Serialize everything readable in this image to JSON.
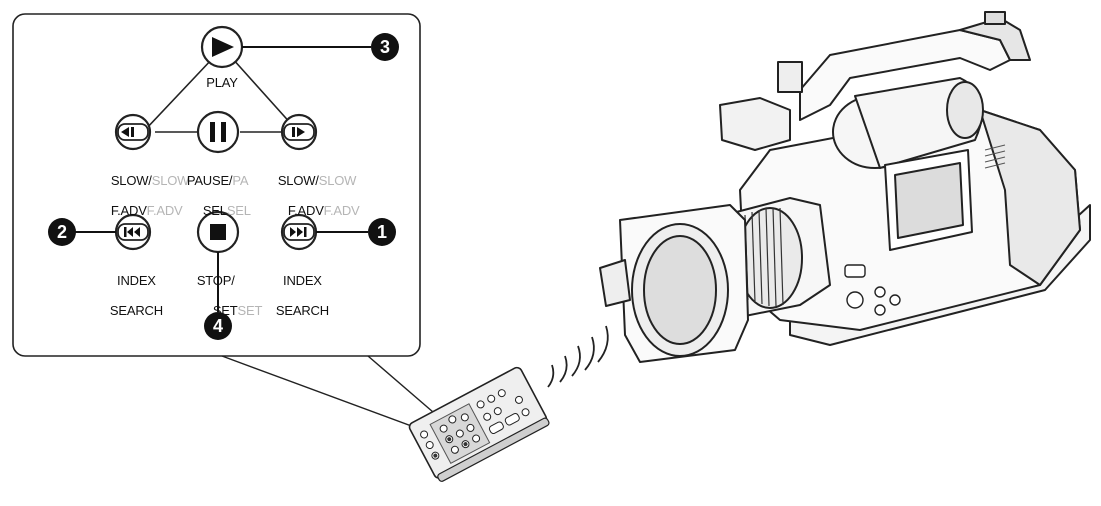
{
  "buttons": {
    "play": {
      "label": "PLAY"
    },
    "slow_left": {
      "label_line1": "SLOW/",
      "label_line1_ghost": "SLOW",
      "label_line2": "F.ADV",
      "label_line2_ghost": "F.ADV"
    },
    "pause": {
      "label_line1": "PAUSE/",
      "label_line1_ghost": "PA",
      "label_line2": "SEL",
      "label_line2_ghost": "SEL"
    },
    "slow_right": {
      "label_line1": "SLOW/",
      "label_line1_ghost": "SLOW",
      "label_line2": "F.ADV",
      "label_line2_ghost": "F.ADV"
    },
    "index_left": {
      "label_line1": "INDEX",
      "label_line2": "SEARCH"
    },
    "stop": {
      "label_line1": "STOP/",
      "label_line2": "SET",
      "label_line2_ghost": "SET"
    },
    "index_right": {
      "label_line1": "INDEX",
      "label_line2": "SEARCH"
    }
  },
  "callouts": {
    "c1": "1",
    "c2": "2",
    "c3": "3",
    "c4": "4"
  },
  "icons": [
    "play-icon",
    "slow-reverse-icon",
    "pause-icon",
    "slow-forward-icon",
    "skip-back-icon",
    "stop-icon",
    "skip-forward-icon",
    "remote-control-icon",
    "camcorder-icon",
    "signal-waves-icon"
  ],
  "colors": {
    "ink": "#111111",
    "ghost": "#b5b5b5",
    "paper": "#ffffff"
  }
}
